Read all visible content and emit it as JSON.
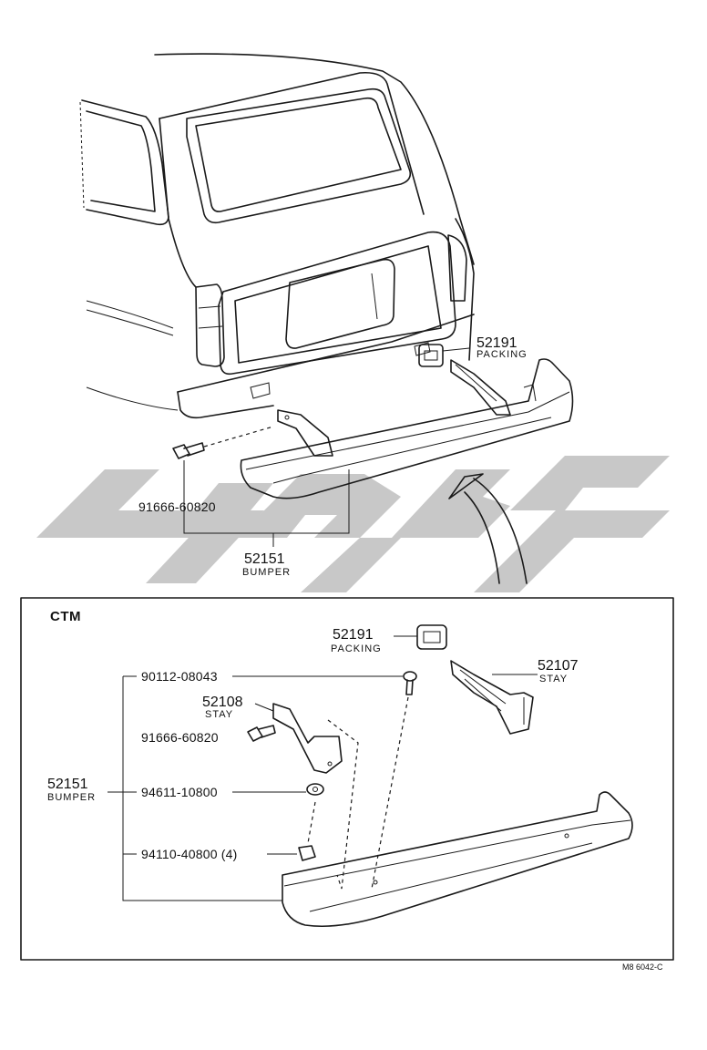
{
  "top_section": {
    "packing": {
      "number": "52191",
      "name": "PACKING"
    },
    "bolt": {
      "number": "91666-60820"
    },
    "bumper": {
      "number": "52151",
      "name": "BUMPER"
    }
  },
  "ctm_section": {
    "title": "CTM",
    "packing": {
      "number": "52191",
      "name": "PACKING"
    },
    "stay_right": {
      "number": "52107",
      "name": "STAY"
    },
    "stay_left": {
      "number": "52108",
      "name": "STAY"
    },
    "screw": {
      "number": "90112-08043"
    },
    "bolt": {
      "number": "91666-60820"
    },
    "washer": {
      "number": "94611-10800"
    },
    "nut": {
      "number": "94110-40800 (4)"
    },
    "bumper": {
      "number": "52151",
      "name": "BUMPER"
    },
    "drawing_code": "M8 6042-C"
  },
  "colors": {
    "line": "#1a1a1a",
    "watermark": "#c8c8c8",
    "background": "#ffffff"
  }
}
